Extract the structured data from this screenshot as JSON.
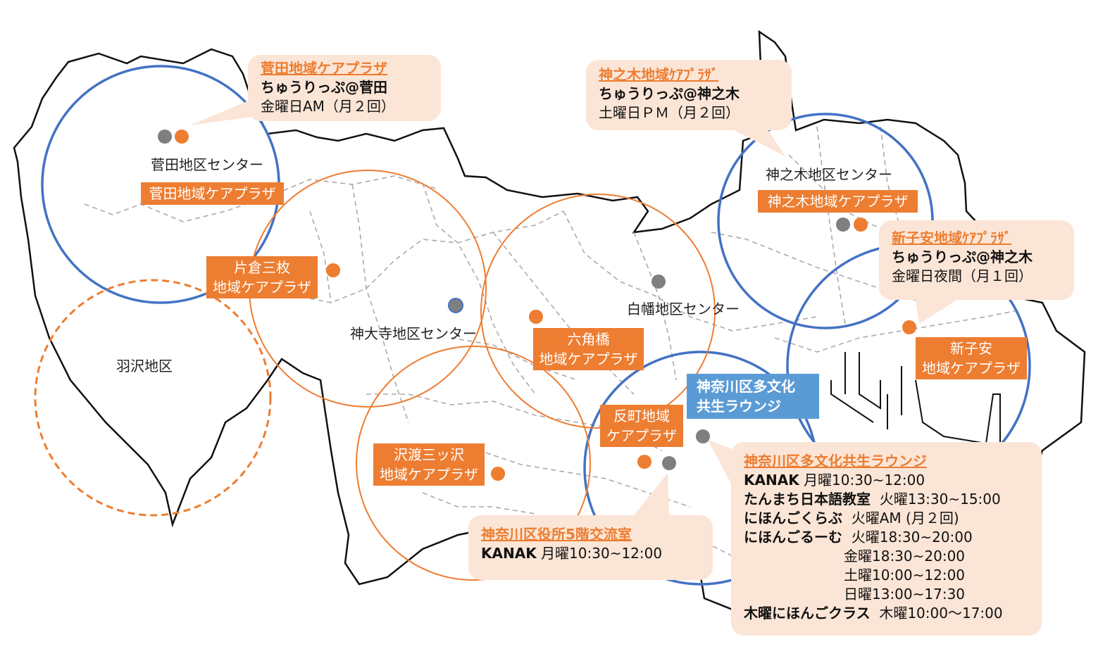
{
  "colors": {
    "orange": "#ED7D31",
    "blue": "#4472C4",
    "light_blue": "#5B9BD5",
    "callout_bg": "#FBE5D6",
    "gray_dot": "#7F7F7F"
  },
  "map_labels": {
    "sugata_center": "菅田地区センター",
    "hazawa": "羽沢地区",
    "kandaiji_center": "神大寺地区センター",
    "shirahata_center": "白幡地区センター",
    "kanogi_center": "神之木地区センター"
  },
  "plazas": {
    "sugata": "菅田地域ケアプラザ",
    "katakura_l1": "片倉三枚",
    "katakura_l2": "地域ケアプラザ",
    "rokkakubashi_l1": "六角橋",
    "rokkakubashi_l2": "地域ケアプラザ",
    "sawatari_l1": "沢渡三ッ沢",
    "sawatari_l2": "地域ケアプラザ",
    "tanmachi_l1": "反町地域",
    "tanmachi_l2": "ケアプラザ",
    "kanogi": "神之木地域ケアプラザ",
    "shinkoyasu_l1": "新子安",
    "shinkoyasu_l2": "地域ケアプラザ"
  },
  "lounge_box": {
    "l1": "神奈川区多文化",
    "l2": "共生ラウンジ"
  },
  "callouts": {
    "sugata": {
      "title": "菅田地域ケアプラザ",
      "name": "ちゅうりっぷ@菅田",
      "time": "金曜日AM（月２回）"
    },
    "kanogi": {
      "title": "神之木地域ｹｱﾌﾟﾗｻﾞ",
      "name": "ちゅうりっぷ@神之木",
      "time": "土曜日ＰＭ（月２回）"
    },
    "shinkoyasu": {
      "title": "新子安地域ｹｱﾌﾟﾗｻﾞ",
      "name": "ちゅうりっぷ@神之木",
      "time": "金曜日夜間（月１回）"
    },
    "ward_office": {
      "title": "神奈川区役所5階交流室",
      "name": "KANAK",
      "time": "月曜10:30~12:00"
    },
    "lounge": {
      "title": "神奈川区多文化共生ラウンジ",
      "rows": [
        {
          "name": "KANAK",
          "time": "月曜10:30~12:00"
        },
        {
          "name": "たんまち日本語教室",
          "time": "火曜13:30~15:00"
        },
        {
          "name": "にほんごくらぶ",
          "time": "火曜AM (月２回)"
        },
        {
          "name": "にほんごるーむ",
          "time": "火曜18:30~20:00"
        }
      ],
      "extra_times": [
        "金曜18:30~20:00",
        "土曜10:00~12:00",
        "日曜13:00~17:30"
      ],
      "last": {
        "name": "木曜にほんごクラス",
        "time": "木曜10:00～17:00"
      }
    }
  }
}
